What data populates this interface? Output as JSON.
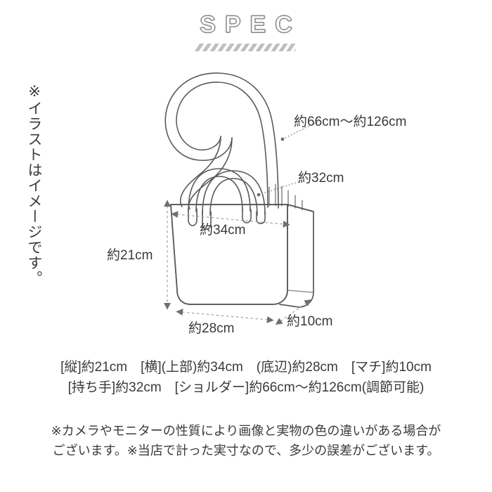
{
  "header": {
    "title": "SPEC",
    "stripe_icon": "diagonal-stripe-banner"
  },
  "side_note": {
    "text": "※イラストはイメージです。"
  },
  "illustration": {
    "alt_name": "tote-bag-diagram",
    "stroke_color": "#5a5a5a",
    "dimension_line_color": "#9a9a9a",
    "labels": {
      "shoulder": "約66cm〜約126cm",
      "handle": "約32cm",
      "top_width": "約34cm",
      "height": "約21cm",
      "bottom_width": "約28cm",
      "gusset": "約10cm"
    }
  },
  "spec_lines": [
    "[縦]約21cm　[横](上部)約34cm　(底辺)約28cm　[マチ]約10cm",
    "[持ち手]約32cm　[ショルダー]約66cm〜約126cm(調節可能)"
  ],
  "footer_note": [
    "※カメラやモニターの性質により画像と実物の色の違いがある場合が",
    "ございます。※当店で計った実寸なので、多少の誤差がございます。"
  ]
}
